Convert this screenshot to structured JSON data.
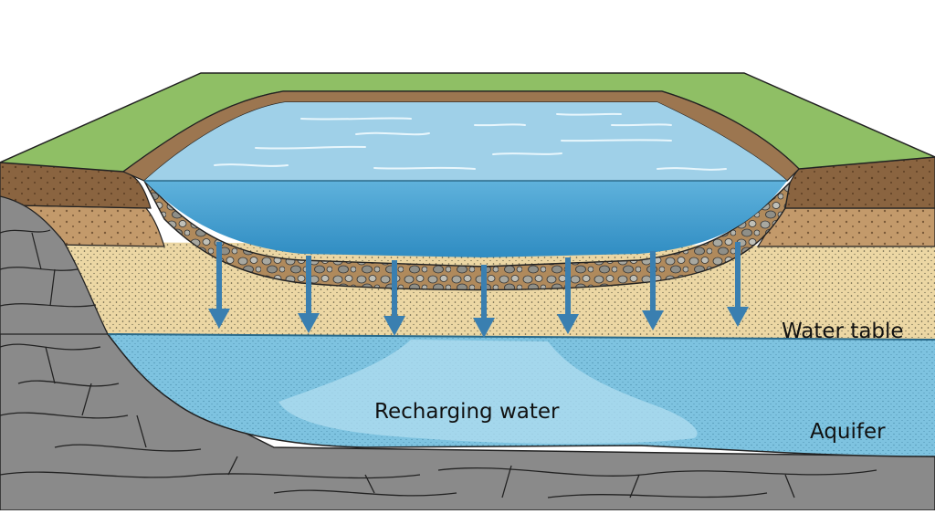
{
  "diagram": {
    "labels": {
      "water_table": "Water table",
      "recharging_water": "Recharging water",
      "aquifer": "Aquifer"
    },
    "layers": [
      "grass",
      "topsoil",
      "subsoil",
      "gravel",
      "sand",
      "aquifer",
      "bedrock"
    ],
    "arrow_count": 7,
    "colors": {
      "grass": "#8fbf65",
      "pond_water": "#9fd0e8",
      "pond_deep": "#4a9fcf",
      "topsoil": "#8a6440",
      "subsoil": "#c39a6b",
      "sand": "#ecd7a4",
      "aquifer": "#7ec3e0",
      "recharge_plume": "#b2def0",
      "bedrock": "#8c8c8c",
      "arrow": "#3a7fb0"
    }
  }
}
